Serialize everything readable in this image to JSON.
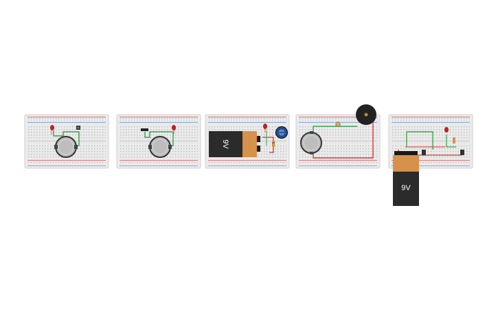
{
  "canvas": {
    "background": "#ffffff"
  },
  "colors": {
    "breadboard": "#e9e9e9",
    "breadboard_edge": "#cfcfcf",
    "rail_red": "#d94a4a",
    "rail_blue": "#6b8fd1",
    "hole": "#9a9a9a",
    "wire_green": "#3aa84a",
    "wire_red": "#d93a3a",
    "led_red": "#c41e1e",
    "coin_cell": "#bdbdbd",
    "battery_body": "#2b2b2b",
    "battery_cap": "#d6914a",
    "buzzer": "#222222",
    "buzzer_dot": "#c98a2a",
    "potentiometer": "#3a6fc4"
  },
  "circuits": [
    {
      "name": "circuit-1",
      "parts": [
        "breadboard",
        "led",
        "coin-cell",
        "button",
        "wire-green"
      ]
    },
    {
      "name": "circuit-2",
      "parts": [
        "breadboard",
        "led",
        "coin-cell",
        "switch",
        "wire-green"
      ]
    },
    {
      "name": "circuit-3",
      "parts": [
        "breadboard",
        "battery-9v",
        "led",
        "potentiometer",
        "resistor",
        "wire-red"
      ]
    },
    {
      "name": "circuit-4",
      "parts": [
        "breadboard",
        "coin-cell",
        "buzzer",
        "photoresistor",
        "wire-green",
        "wire-red"
      ]
    },
    {
      "name": "circuit-5",
      "parts": [
        "breadboard",
        "battery-9v",
        "led",
        "resistor",
        "button",
        "wire-green",
        "wire-red"
      ]
    }
  ],
  "battery_label": "9V"
}
